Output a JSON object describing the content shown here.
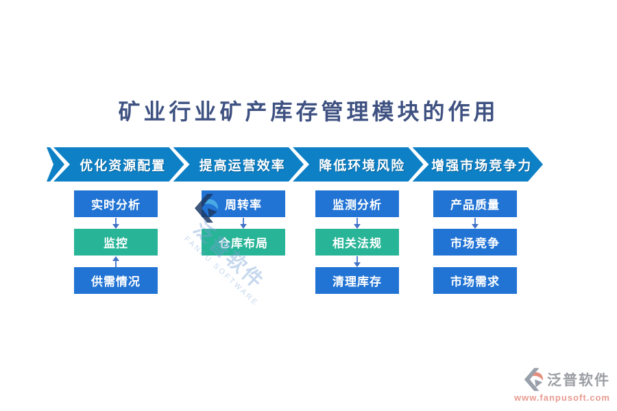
{
  "page": {
    "title": "矿业行业矿产库存管理模块的作用"
  },
  "banners": [
    {
      "label": "优化资源配置"
    },
    {
      "label": "提高运营效率"
    },
    {
      "label": "降低环境风险"
    },
    {
      "label": "增强市场竞争力"
    }
  ],
  "columns": [
    {
      "boxes": [
        {
          "label": "实时分析"
        },
        {
          "label": "监控"
        },
        {
          "label": "供需情况"
        }
      ]
    },
    {
      "boxes": [
        {
          "label": "周转率"
        },
        {
          "label": "仓库布局"
        }
      ]
    },
    {
      "boxes": [
        {
          "label": "监测分析"
        },
        {
          "label": "相关法规"
        },
        {
          "label": "清理库存"
        }
      ]
    },
    {
      "boxes": [
        {
          "label": "产品质量"
        },
        {
          "label": "市场竞争"
        },
        {
          "label": "市场需求"
        }
      ]
    }
  ],
  "watermark": {
    "brand_cn": "泛普软件",
    "brand_en": "FANPU SOFTWARE"
  },
  "footer": {
    "brand": "泛普软件",
    "url": "www.fanpusoft.com"
  },
  "colors": {
    "banner_blue": "#0d80c6",
    "box_blue": "#2173d4",
    "box_green": "#28b497",
    "connector_blue": "#4472c4",
    "title_blue": "#3e5181",
    "watermark_blue": "#79a3d6",
    "footer_gray": "#9a9da3",
    "footer_salmon": "#e89a90"
  }
}
